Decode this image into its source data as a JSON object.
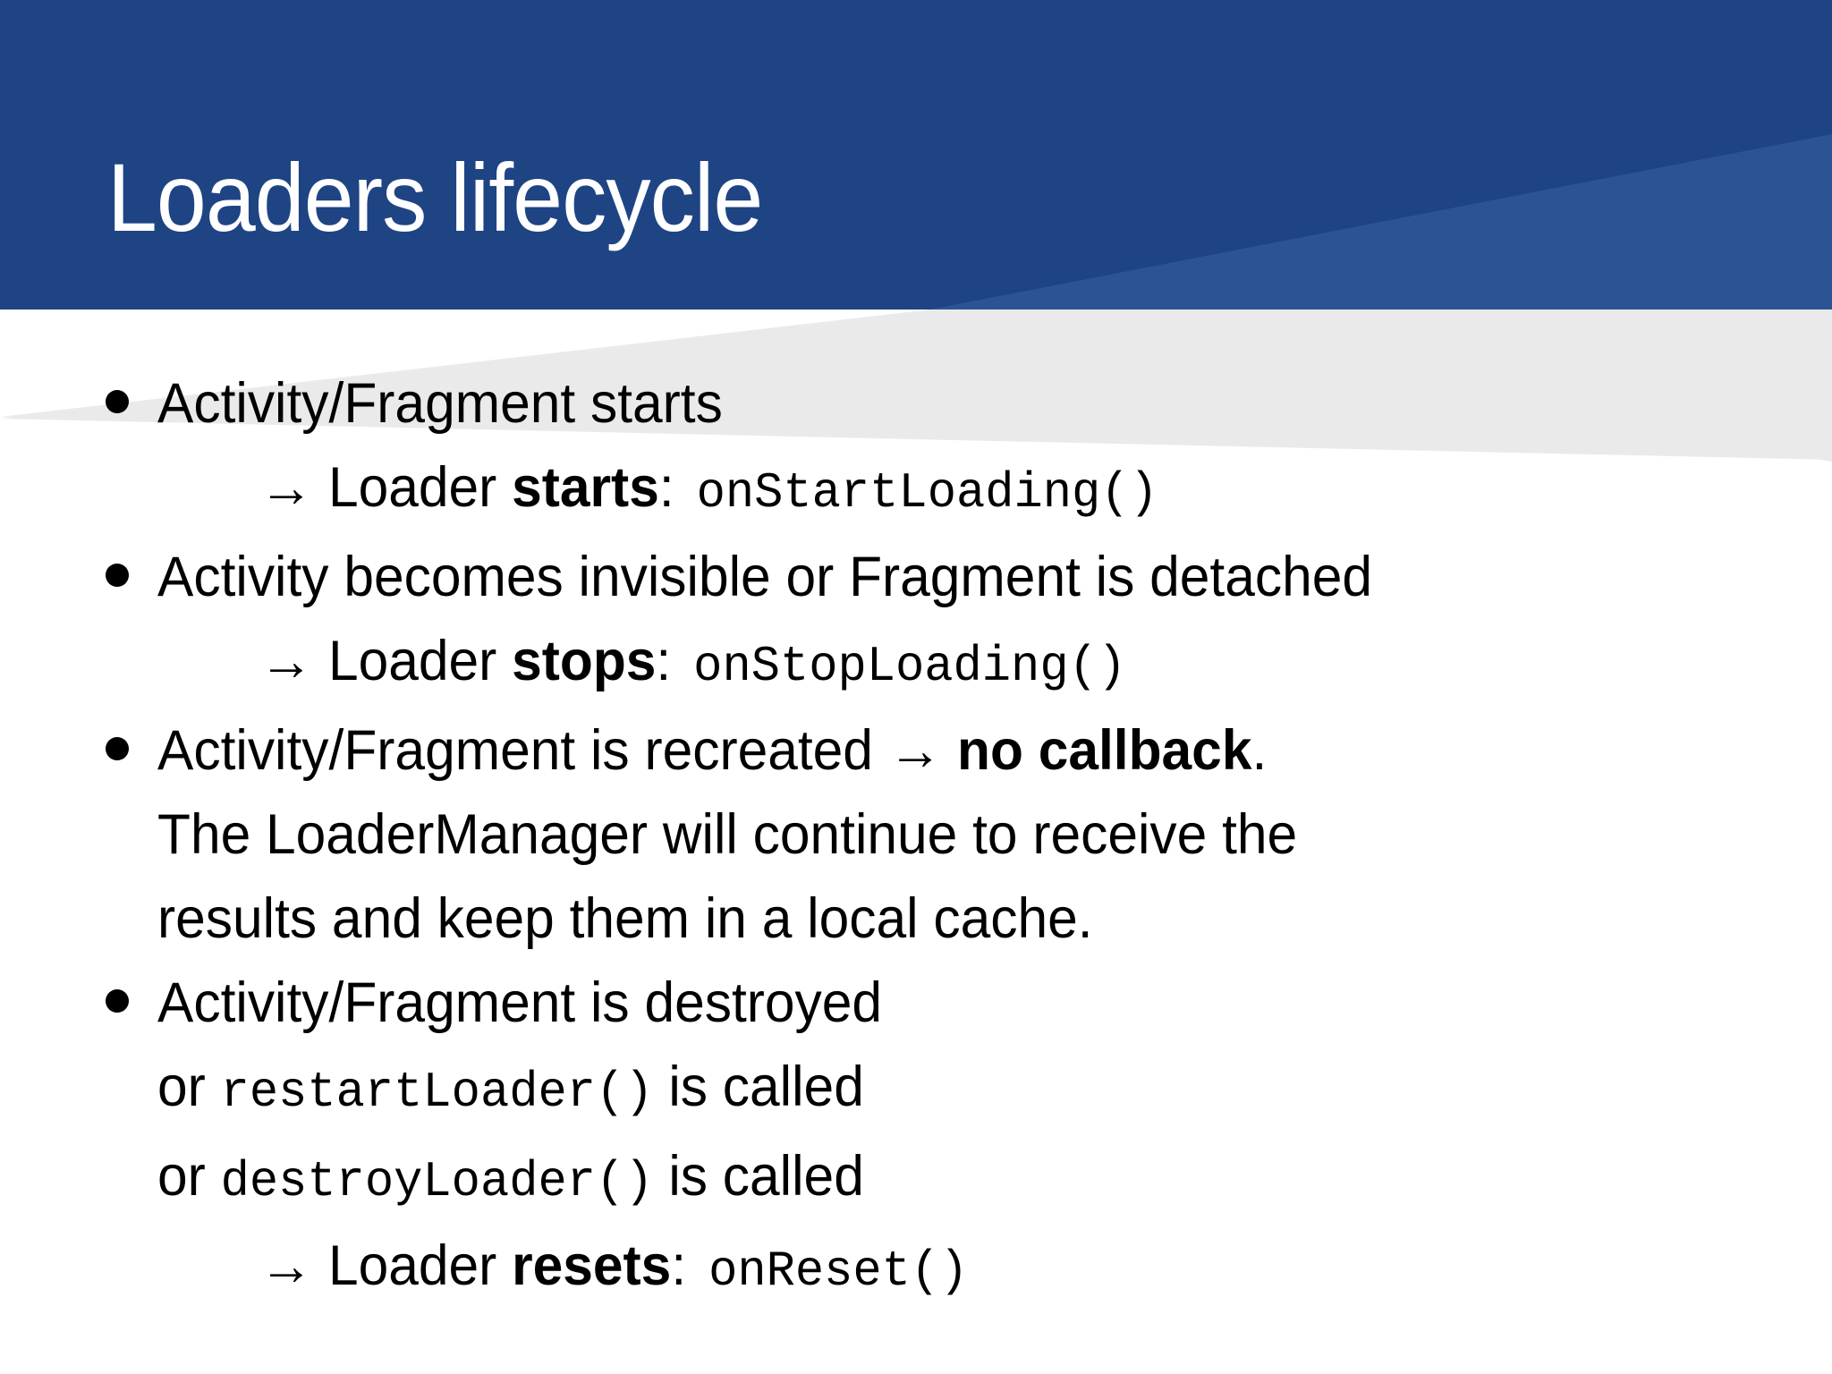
{
  "slide": {
    "title": "Loaders lifecycle",
    "theme": {
      "header_blue": "#1e4484",
      "header_blue_light": "#2c5494",
      "gray_wedge": "#eaeaea",
      "text_color": "#000000",
      "title_color": "#ffffff",
      "background": "#ffffff"
    },
    "bullets": [
      {
        "id": "bullet-activity-starts",
        "marker": "●",
        "lines": [
          {
            "kind": "bullet",
            "segments": [
              {
                "text": "Activity/Fragment starts",
                "style": "normal"
              }
            ]
          },
          {
            "kind": "sub",
            "segments": [
              {
                "text": "→ Loader ",
                "style": "normal"
              },
              {
                "text": "starts",
                "style": "bold"
              },
              {
                "text": ":",
                "style": "normal"
              },
              {
                "text": "onStartLoading()",
                "style": "mono"
              }
            ]
          }
        ]
      },
      {
        "id": "bullet-activity-invisible",
        "marker": "●",
        "lines": [
          {
            "kind": "bullet",
            "segments": [
              {
                "text": "Activity becomes invisible or Fragment is detached",
                "style": "normal"
              }
            ]
          },
          {
            "kind": "sub",
            "segments": [
              {
                "text": "→ Loader ",
                "style": "normal"
              },
              {
                "text": "stops",
                "style": "bold"
              },
              {
                "text": ":",
                "style": "normal"
              },
              {
                "text": "onStopLoading()",
                "style": "mono"
              }
            ]
          }
        ]
      },
      {
        "id": "bullet-activity-recreated",
        "marker": "●",
        "lines": [
          {
            "kind": "bullet",
            "segments": [
              {
                "text": "Activity/Fragment is recreated → ",
                "style": "normal"
              },
              {
                "text": "no callback",
                "style": "bold"
              },
              {
                "text": ".",
                "style": "normal"
              }
            ]
          },
          {
            "kind": "cont",
            "segments": [
              {
                "text": "The LoaderManager will continue to receive the",
                "style": "normal"
              }
            ]
          },
          {
            "kind": "cont",
            "segments": [
              {
                "text": "results and keep them in a local cache.",
                "style": "normal"
              }
            ]
          }
        ]
      },
      {
        "id": "bullet-activity-destroyed",
        "marker": "●",
        "lines": [
          {
            "kind": "bullet",
            "segments": [
              {
                "text": "Activity/Fragment is destroyed",
                "style": "normal"
              }
            ]
          },
          {
            "kind": "cont",
            "segments": [
              {
                "text": "or ",
                "style": "normal"
              },
              {
                "text": "restartLoader()",
                "style": "mono"
              },
              {
                "text": " is called",
                "style": "normal"
              }
            ]
          },
          {
            "kind": "cont",
            "segments": [
              {
                "text": "or ",
                "style": "normal"
              },
              {
                "text": "destroyLoader()",
                "style": "mono"
              },
              {
                "text": " is called",
                "style": "normal"
              }
            ]
          },
          {
            "kind": "sub",
            "segments": [
              {
                "text": "→ Loader ",
                "style": "normal"
              },
              {
                "text": "resets",
                "style": "bold"
              },
              {
                "text": ":",
                "style": "normal"
              },
              {
                "text": "onReset()",
                "style": "mono"
              }
            ]
          }
        ]
      }
    ]
  }
}
